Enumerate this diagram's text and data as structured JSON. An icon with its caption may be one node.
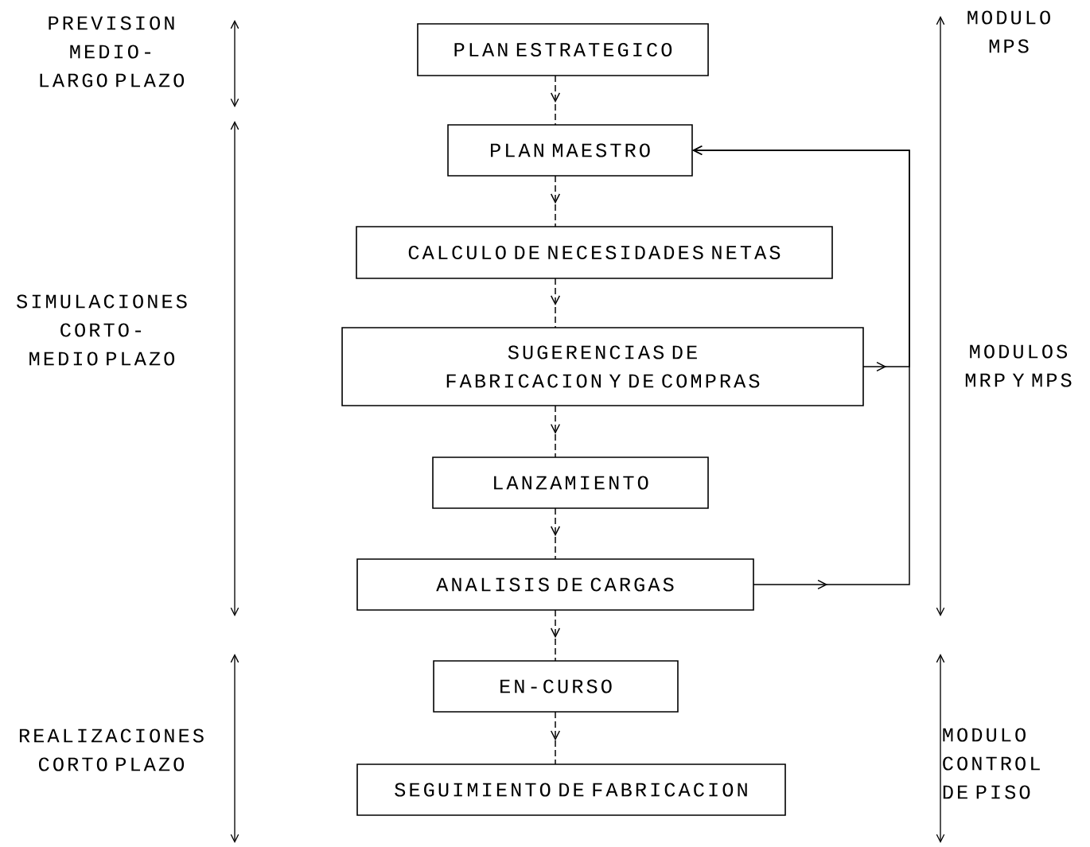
{
  "diagram": {
    "nodes": [
      {
        "text": [
          "PLAN ESTRATEGICO"
        ]
      },
      {
        "text": [
          "PLAN MAESTRO"
        ]
      },
      {
        "text": [
          "CALCULO DE NECESIDADES NETAS"
        ]
      },
      {
        "text": [
          "SUGERENCIAS DE FABRICACION Y DE COMPRAS"
        ]
      },
      {
        "text": [
          "LANZAMIENTO"
        ]
      },
      {
        "text": [
          "ANALISIS DE CARGAS"
        ]
      },
      {
        "text": [
          "EN-CURSO"
        ]
      },
      {
        "text": [
          "SEGUIMIENTO DE FABRICACION"
        ]
      }
    ],
    "edges": [
      {
        "from": 0,
        "to": 1,
        "arrow": "to",
        "style": "dashed"
      },
      {
        "from": 1,
        "to": 2,
        "arrow": "to",
        "style": "dashed"
      },
      {
        "from": 2,
        "to": 3,
        "arrow": "to",
        "style": "dashed"
      },
      {
        "from": 3,
        "to": 4,
        "arrow": "to",
        "style": "dashed"
      },
      {
        "from": 4,
        "to": 5,
        "arrow": "to",
        "style": "dashed"
      },
      {
        "from": 5,
        "to": 6,
        "arrow": "to",
        "style": "dashed"
      },
      {
        "from": 6,
        "to": 7,
        "arrow": "to",
        "style": "dashed"
      },
      {
        "from": 3,
        "to": 1,
        "arrow": "to"
      },
      {
        "from": 5,
        "to": 1,
        "arrow": "to"
      }
    ],
    "labels": [
      "PREVISION MEDIO-LARGO PLAZO",
      "MODULO MPS",
      "SIMULACIONES CORTO-MEDIO PLAZO",
      "MODULOS MRP Y MPS",
      "REALIZACIONES CORTO PLAZO",
      "MODULO CONTROL DE PISO"
    ]
  }
}
